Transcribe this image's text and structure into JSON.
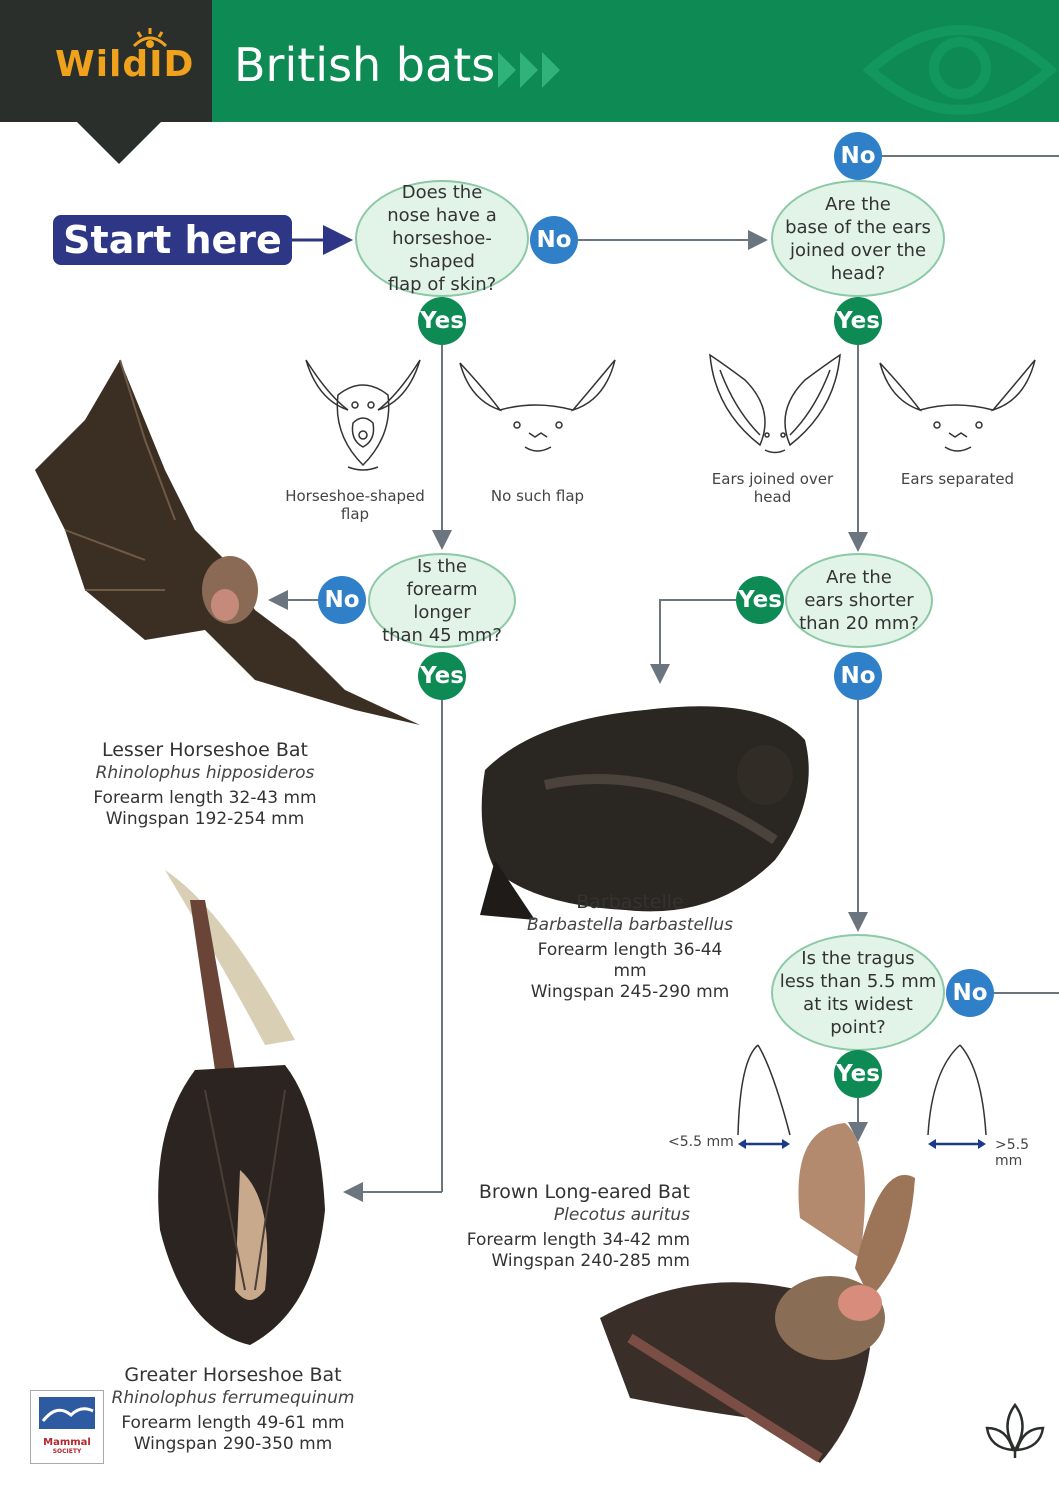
{
  "header": {
    "logo": "WildID",
    "title": "British bats"
  },
  "start": {
    "label": "Start here"
  },
  "questions": {
    "q1": [
      "Does the",
      "nose have a",
      "horseshoe-shaped",
      "flap of skin?"
    ],
    "q2": [
      "Are the",
      "base of the ears",
      "joined over the",
      "head?"
    ],
    "q3": [
      "Is the",
      "forearm longer",
      "than 45 mm?"
    ],
    "q4": [
      "Are the",
      "ears shorter",
      "than 20 mm?"
    ],
    "q5": [
      "Is the tragus",
      "less than 5.5 mm",
      "at its widest",
      "point?"
    ]
  },
  "answers": {
    "yes": "Yes",
    "no": "No"
  },
  "captions": {
    "horseshoe": [
      "Horseshoe-shaped",
      "flap"
    ],
    "no_flap": "No such flap",
    "ears_joined": [
      "Ears joined over",
      "head"
    ],
    "ears_separated": "Ears separated",
    "tragus_small": "<5.5 mm",
    "tragus_large": ">5.5 mm"
  },
  "species": [
    {
      "name": "Lesser Horseshoe Bat",
      "latin": "Rhinolophus hipposideros",
      "forearm": "Forearm length 32-43 mm",
      "wingspan": "Wingspan 192-254 mm"
    },
    {
      "name": "Barbastelle",
      "latin": "Barbastella barbastellus",
      "forearm": "Forearm length 36-44 mm",
      "wingspan": "Wingspan 245-290 mm"
    },
    {
      "name": "Greater Horseshoe Bat",
      "latin": "Rhinolophus ferrumequinum",
      "forearm": "Forearm length 49-61 mm",
      "wingspan": "Wingspan 290-350 mm"
    },
    {
      "name": "Brown Long-eared Bat",
      "latin": "Plecotus auritus",
      "forearm": "Forearm length 34-42 mm",
      "wingspan": "Wingspan 240-285 mm"
    }
  ],
  "footer": {
    "society_logo": [
      "Mammal",
      "SOCIETY"
    ]
  },
  "colors": {
    "green": "#0e8a55",
    "blue": "#2f7fc9",
    "navy": "#2d3785",
    "orange": "#f0a21c"
  },
  "icons": [
    "eye-icon",
    "chevrons-icon",
    "leaf-icon"
  ]
}
